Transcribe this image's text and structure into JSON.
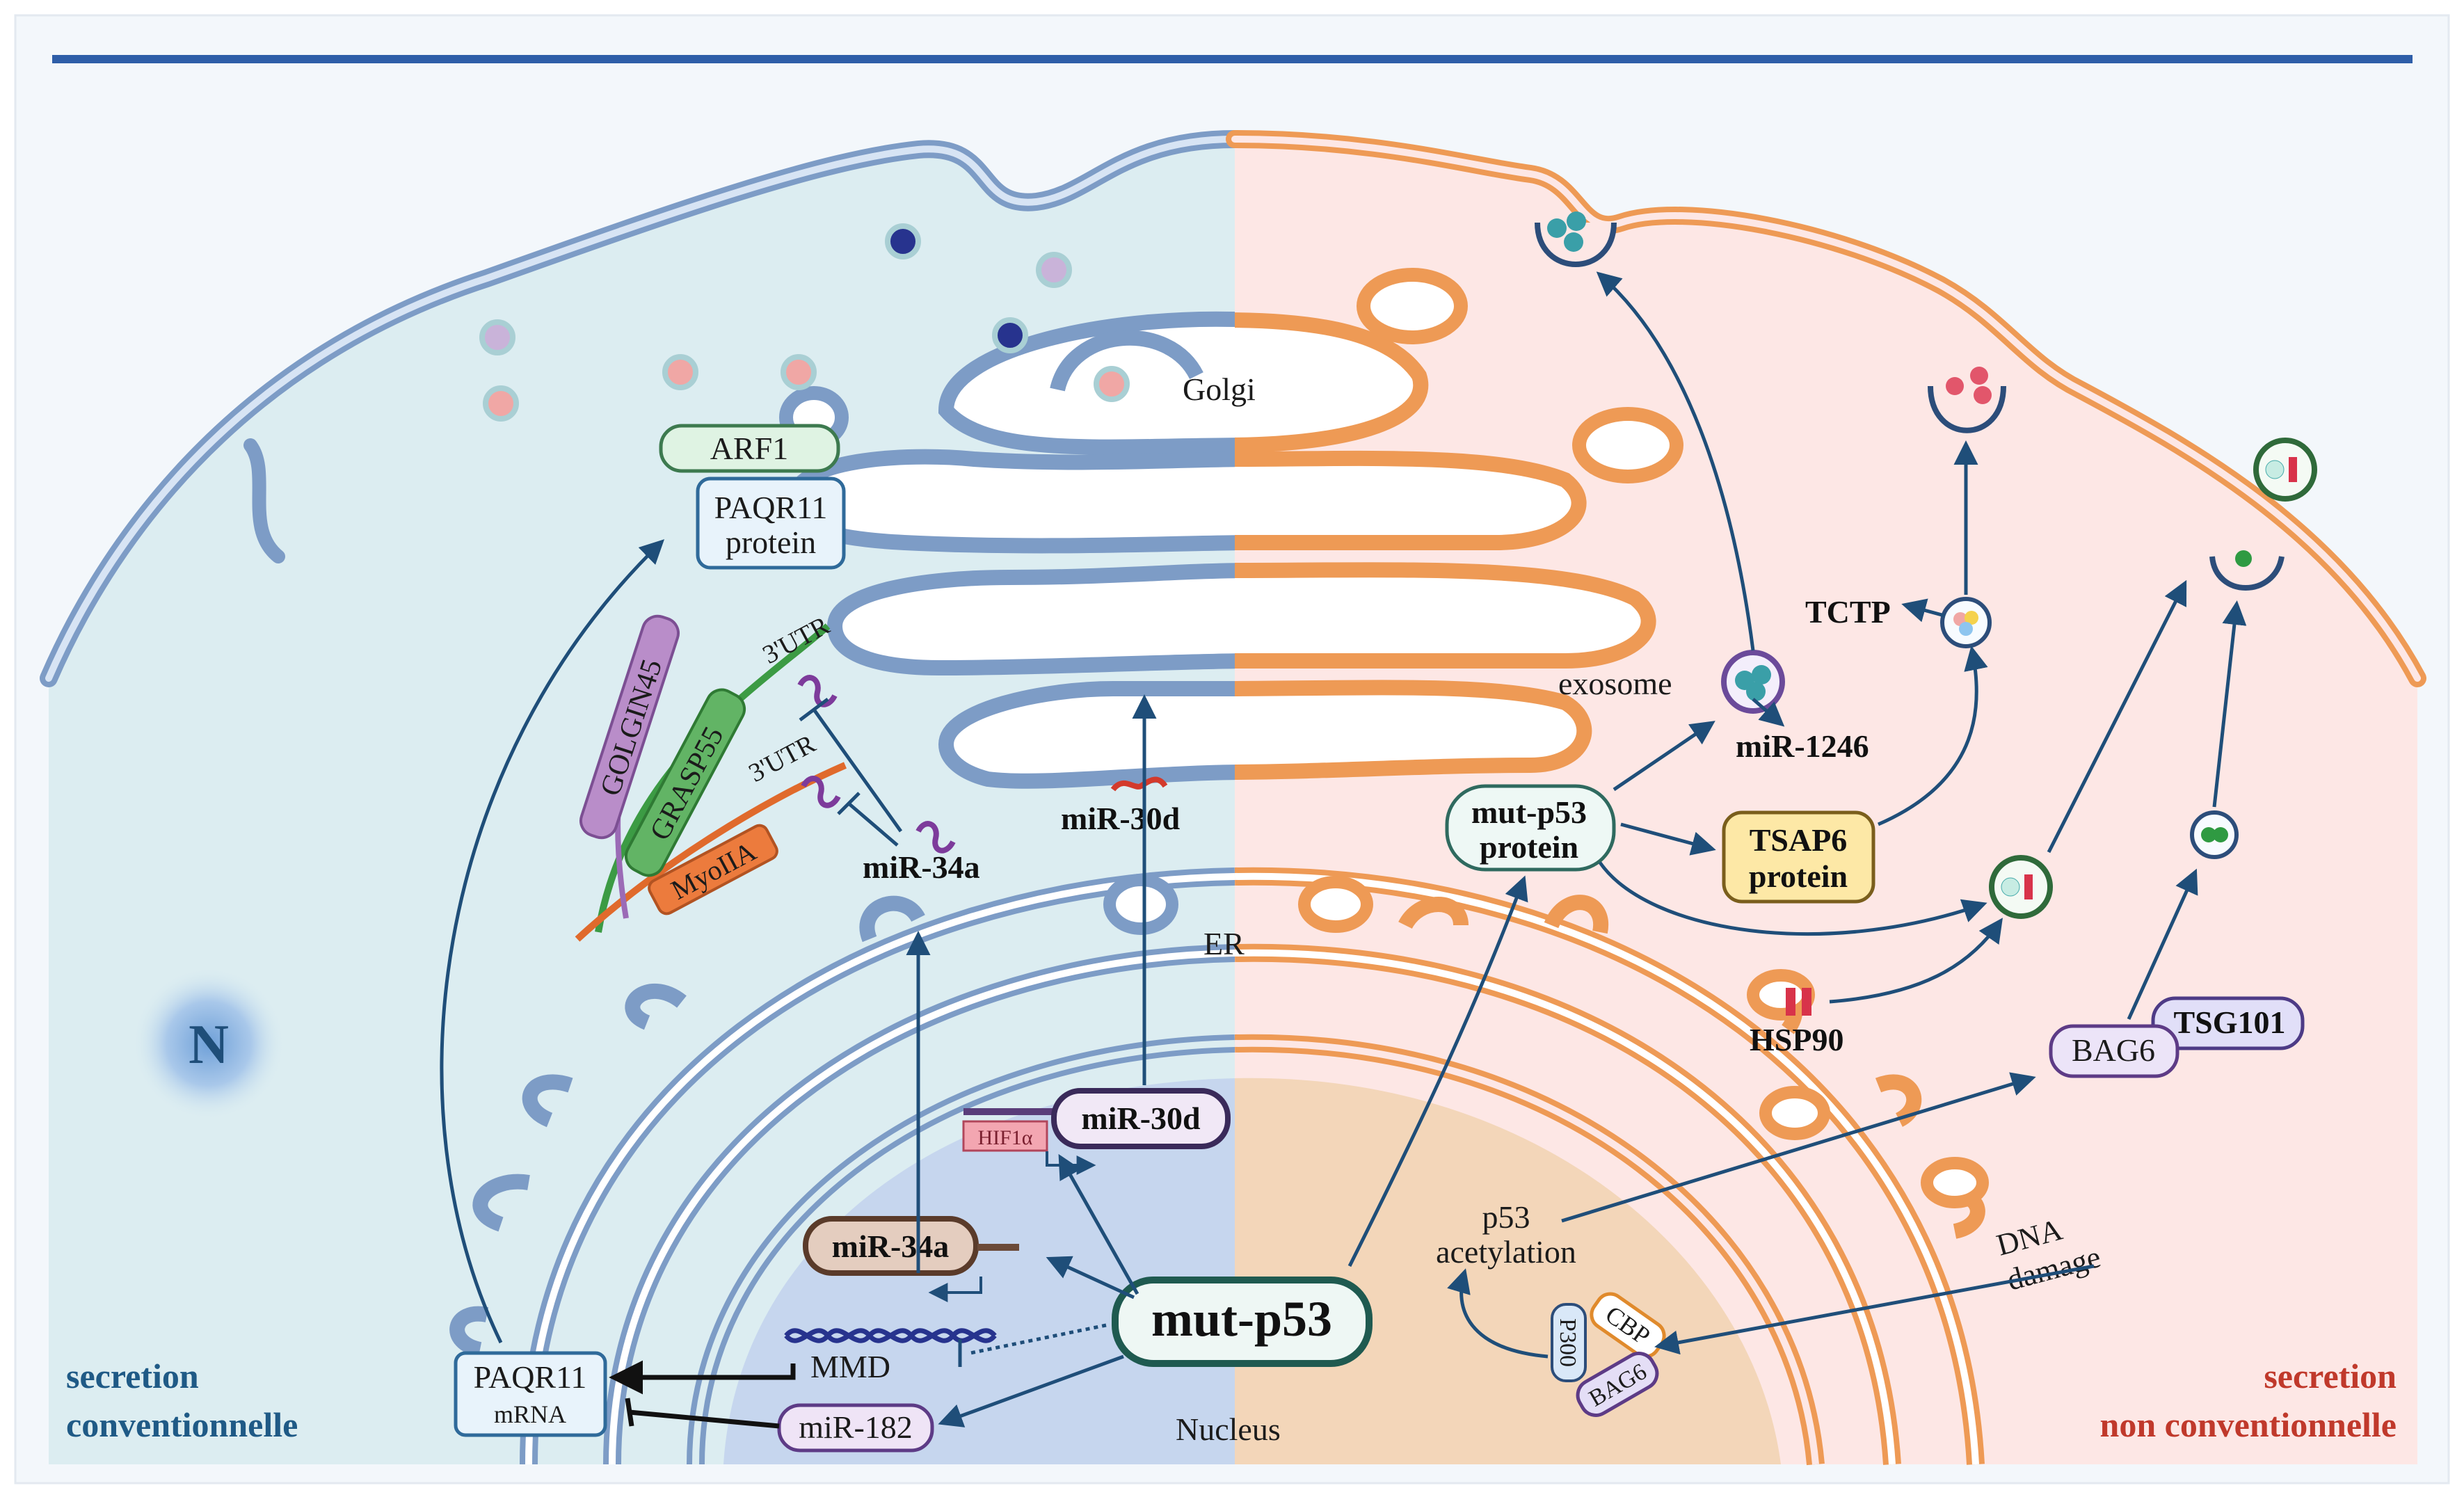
{
  "labels": {
    "golgi": "Golgi",
    "er": "ER",
    "nucleus": "Nucleus",
    "nucleus_symbol": "N",
    "arf1": "ARF1",
    "paqr11_protein_line1": "PAQR11",
    "paqr11_protein_line2": "protein",
    "golgin45": "GOLGIN45",
    "grasp55": "GRASP55",
    "myoiia": "MyoIIA",
    "utr_top": "3'UTR",
    "utr_bottom": "3'UTR",
    "mir34a_cyto": "miR-34a",
    "mir30d_cyto": "miR-30d",
    "mir30d_gene": "miR-30d",
    "hif1a": "HIF1α",
    "mir34a_gene": "miR-34a",
    "mut_p53": "mut-p53",
    "mmd": "MMD",
    "paqr11_mrna_line1": "PAQR11",
    "paqr11_mrna_line2": "mRNA",
    "mir182": "miR-182",
    "mutp53_protein_line1": "mut-p53",
    "mutp53_protein_line2": "protein",
    "exosome": "exosome",
    "mir1246": "miR-1246",
    "tctp": "TCTP",
    "tsap6_line1": "TSAP6",
    "tsap6_line2": "protein",
    "hsp90": "HSP90",
    "bag6_upper": "BAG6",
    "tsg101": "TSG101",
    "p53_acetylation_line1": "p53",
    "p53_acetylation_line2": "acetylation",
    "dna_damage_line1": "DNA",
    "dna_damage_line2": "damage",
    "p300": "P300",
    "cbp": "CBP",
    "bag6_lower": "BAG6",
    "left_caption_line1": "secretion",
    "left_caption_line2": "conventionnelle",
    "right_caption_line1": "secretion",
    "right_caption_line2": "non conventionnelle"
  },
  "colors": {
    "left_bg": "#dcedf1",
    "right_bg": "#fde7e5",
    "nucleus_left": "#c6d6ee",
    "nucleus_right": "#f3d6b9",
    "membrane_blue": "#6e8fb8",
    "membrane_orange": "#ee9a55",
    "arrow": "#1f4e79",
    "left_caption": "#1f5a86",
    "right_caption": "#c0392b",
    "top_rule": "#2e5ea8"
  }
}
